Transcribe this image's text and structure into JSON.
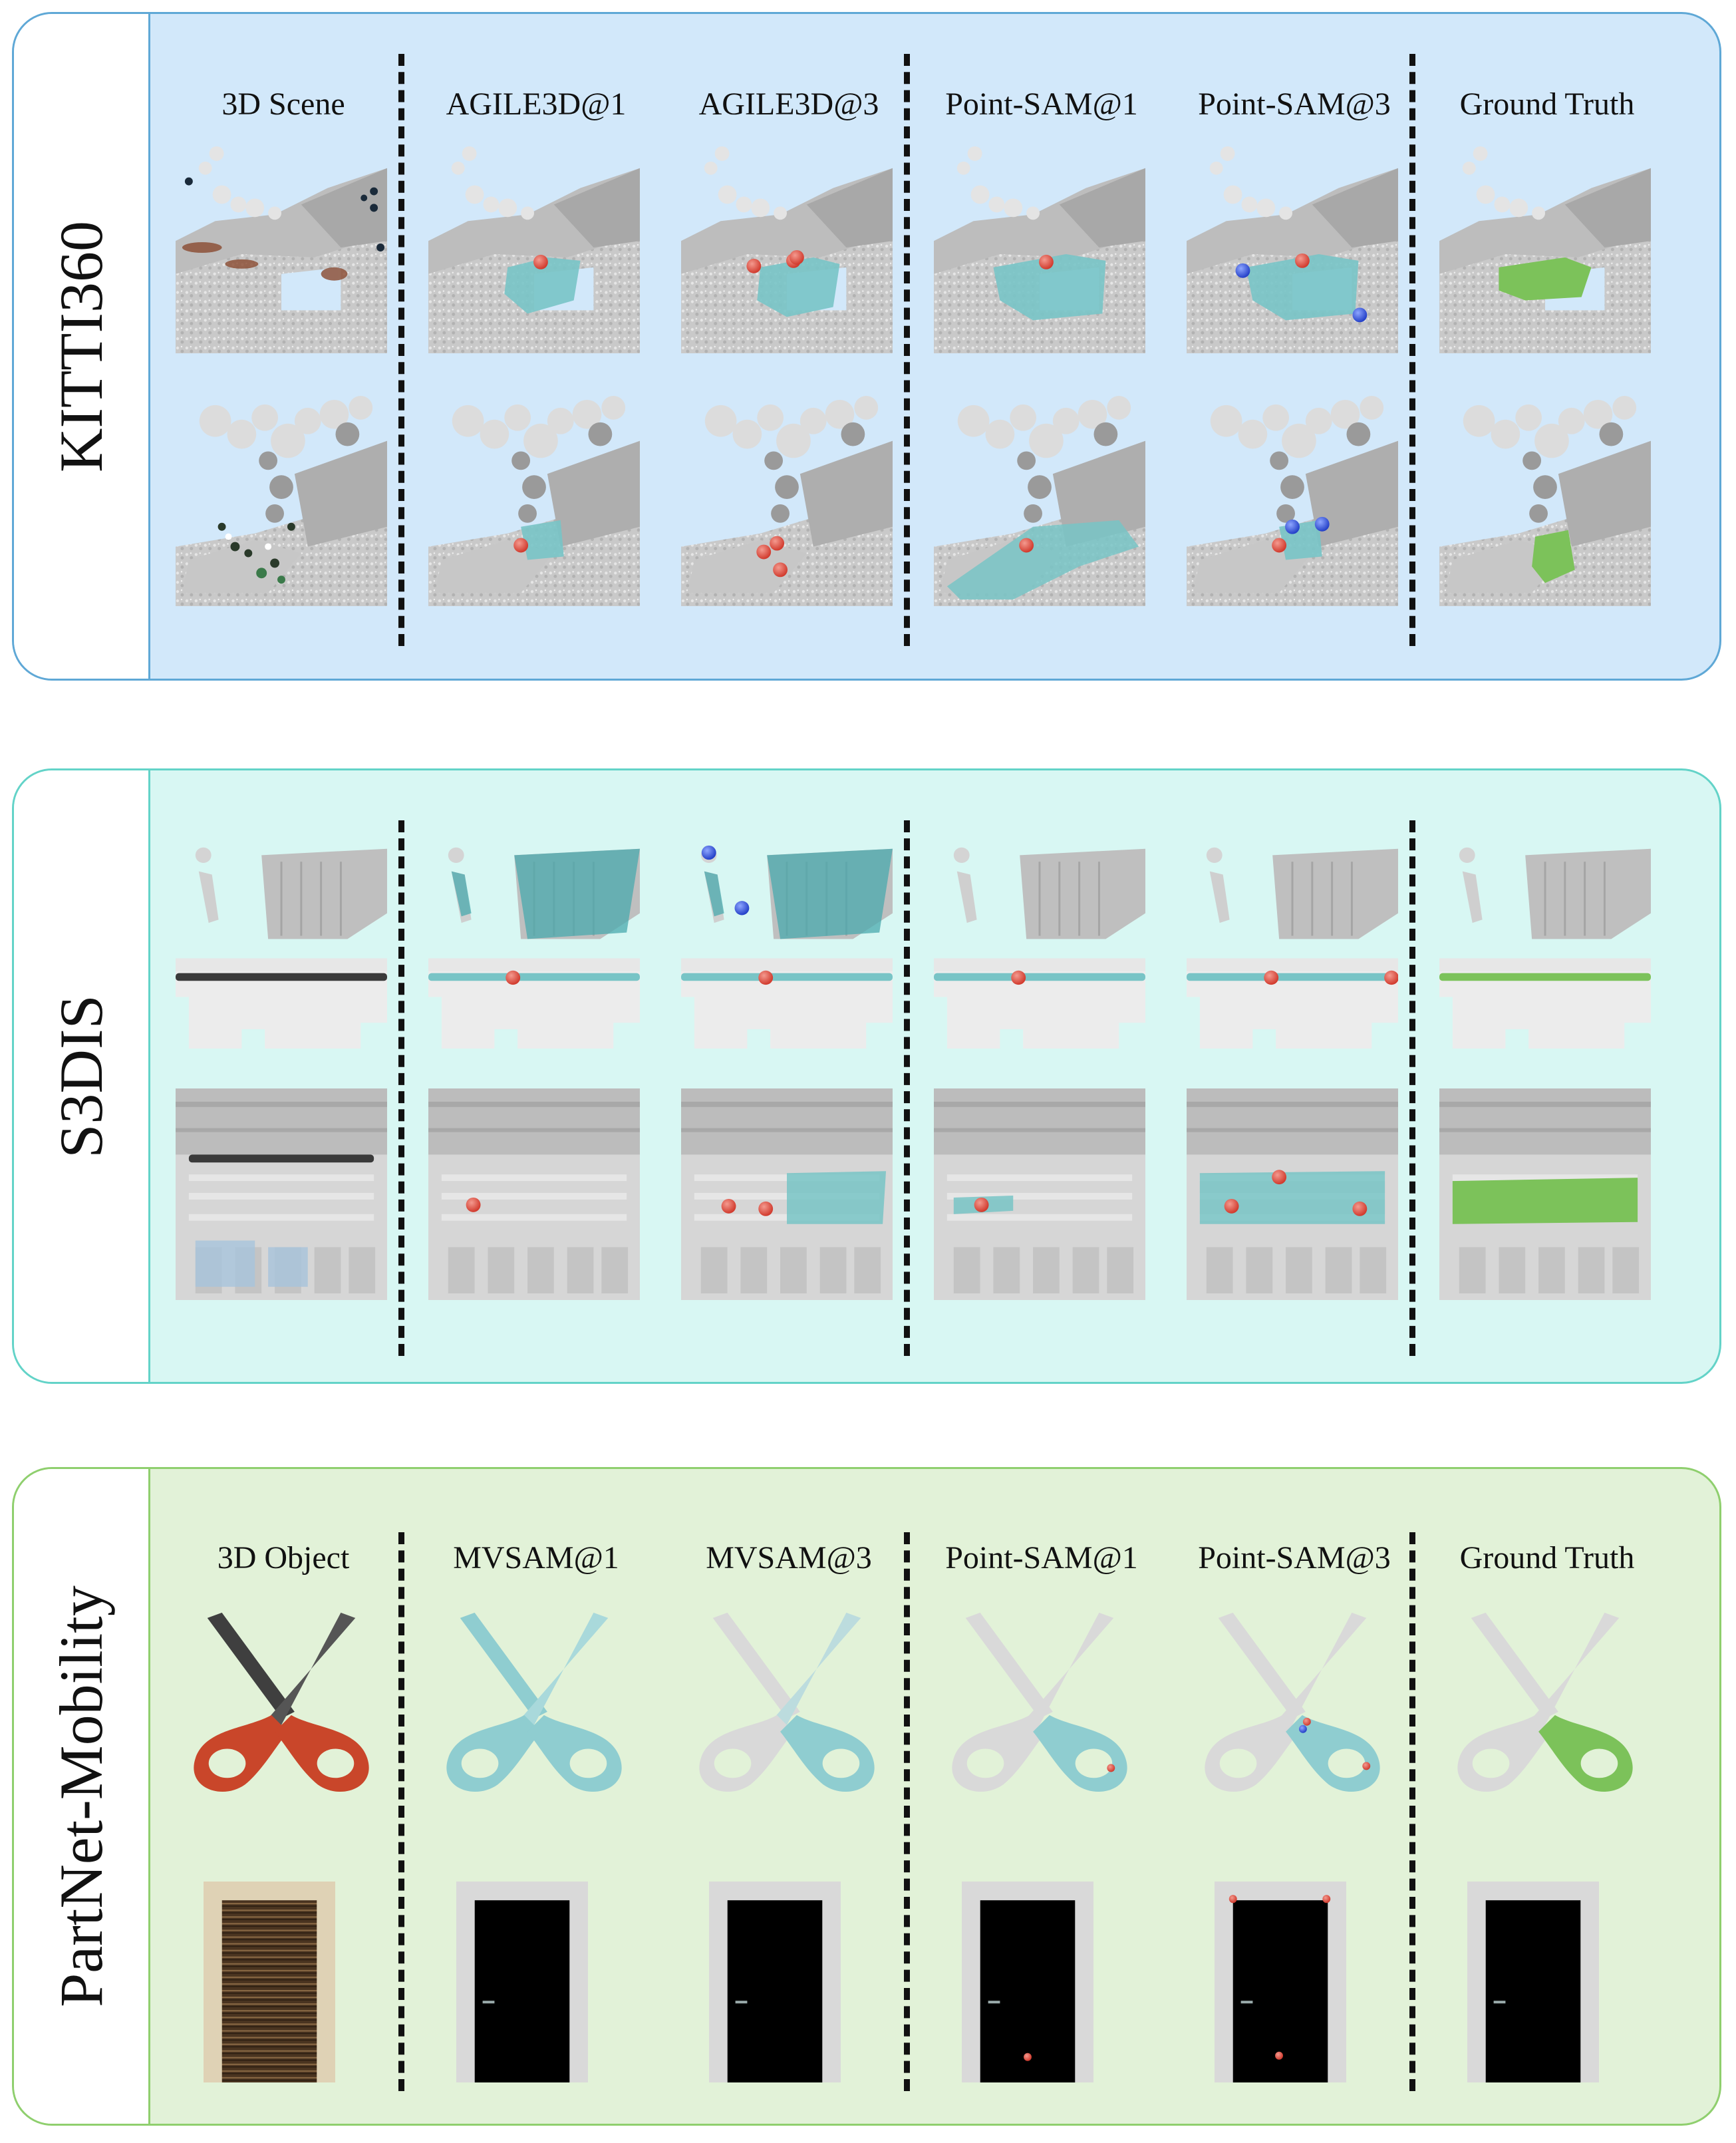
{
  "figure": {
    "panels": [
      {
        "label": "KITTI360",
        "columns": [
          "3D Scene",
          "AGILE3D@1",
          "AGILE3D@3",
          "Point-SAM@1",
          "Point-SAM@3",
          "Ground Truth"
        ],
        "rows": 2
      },
      {
        "label": "S3DIS",
        "columns": [],
        "rows": 3
      },
      {
        "label": "PartNet-Mobility",
        "columns": [
          "3D Object",
          "MVSAM@1",
          "MVSAM@3",
          "Point-SAM@1",
          "Point-SAM@3",
          "Ground Truth"
        ],
        "rows": 2
      }
    ],
    "colors": {
      "kitti_bg": "#d2e8fa",
      "kitti_border": "#5fa8d6",
      "s3dis_bg": "#d8f7f3",
      "s3dis_border": "#63d3c8",
      "partnet_bg": "#e2f2d8",
      "partnet_border": "#8fcf6e",
      "prediction_mask": "#78c4c6",
      "ground_truth_mask": "#7cc25a",
      "positive_click": "#e0473a",
      "negative_click": "#3355d8"
    }
  }
}
